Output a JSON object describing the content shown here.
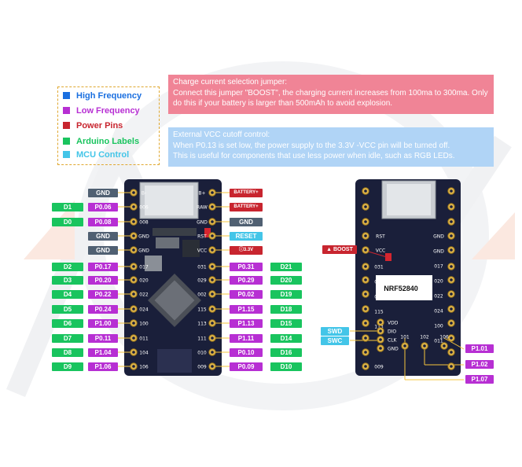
{
  "legend": [
    {
      "label": "High Frequency",
      "color": "#1a6fe0"
    },
    {
      "label": "Low Frequency",
      "color": "#b72fd3"
    },
    {
      "label": "Power Pins",
      "color": "#c8252f"
    },
    {
      "label": "Arduino Labels",
      "color": "#19c45e"
    },
    {
      "label": "MCU Control",
      "color": "#43c5e8"
    }
  ],
  "notes": {
    "charge": {
      "title": "Charge current selection jumper:",
      "body": "Connect this jumper \"BOOST\", the charging current increases from 100ma to 300ma. Only do this if your battery is larger than 500mAh to avoid explosion."
    },
    "vcc": {
      "title": "External VCC cutoff control:",
      "line1": "When P0.13 is set low, the power supply to the 3.3V -VCC pin will be turned off.",
      "line2": "This is useful for components that use less power when idle, such as RGB LEDs."
    }
  },
  "left_pins": [
    {
      "ard": "",
      "mcu": "GND"
    },
    {
      "ard": "D1",
      "mcu": "P0.06"
    },
    {
      "ard": "D0",
      "mcu": "P0.08"
    },
    {
      "ard": "",
      "mcu": "GND"
    },
    {
      "ard": "",
      "mcu": "GND"
    },
    {
      "ard": "D2",
      "mcu": "P0.17"
    },
    {
      "ard": "D3",
      "mcu": "P0.20"
    },
    {
      "ard": "D4",
      "mcu": "P0.22"
    },
    {
      "ard": "D5",
      "mcu": "P0.24"
    },
    {
      "ard": "D6",
      "mcu": "P1.00"
    },
    {
      "ard": "D7",
      "mcu": "P0.11"
    },
    {
      "ard": "D8",
      "mcu": "P1.04"
    },
    {
      "ard": "D9",
      "mcu": "P1.06"
    }
  ],
  "right_pins": [
    {
      "mcu": "BATTERY+",
      "ard": ""
    },
    {
      "mcu": "BATTERY+",
      "ard": ""
    },
    {
      "mcu": "GND",
      "ard": ""
    },
    {
      "mcu": "RESET",
      "ard": ""
    },
    {
      "mcu": "3.3V",
      "ard": ""
    },
    {
      "mcu": "P0.31",
      "ard": "D21"
    },
    {
      "mcu": "P0.29",
      "ard": "D20"
    },
    {
      "mcu": "P0.02",
      "ard": "D19"
    },
    {
      "mcu": "P1.15",
      "ard": "D18"
    },
    {
      "mcu": "P1.13",
      "ard": "D15"
    },
    {
      "mcu": "P1.11",
      "ard": "D14"
    },
    {
      "mcu": "P0.10",
      "ard": "D16"
    },
    {
      "mcu": "P0.09",
      "ard": "D10"
    }
  ],
  "board_left_silk": [
    "B-",
    "006",
    "008",
    "GND",
    "GND",
    "017",
    "020",
    "022",
    "024",
    "100",
    "011",
    "104",
    "106"
  ],
  "board_right_silk": [
    "B+",
    "RAW",
    "GND",
    "RST",
    "VCC",
    "031",
    "029",
    "002",
    "115",
    "113",
    "111",
    "010",
    "009"
  ],
  "back_board": {
    "chip": "NRF52840",
    "boost": "BOOST",
    "rst": "RST",
    "vcc": "VCC",
    "left_silk": [
      "031",
      "029",
      "002",
      "115",
      "113"
    ],
    "right_silk": [
      "GND",
      "GND",
      "017",
      "020",
      "022",
      "024",
      "100",
      "011"
    ],
    "bottom_silk": [
      "009",
      "101",
      "102",
      "106"
    ],
    "swd_pads": [
      "VDD",
      "DIO",
      "CLK",
      "GND"
    ],
    "swd": "SWD",
    "swc": "SWC",
    "p1_labels": [
      "P1.01",
      "P1.02",
      "P1.07"
    ]
  }
}
